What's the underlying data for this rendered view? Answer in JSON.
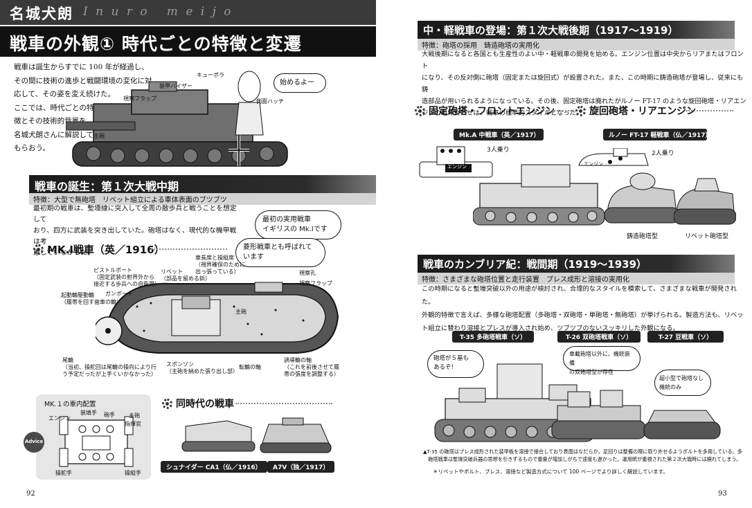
{
  "left_page": {
    "header_name": "名城犬朗",
    "header_roman": "I n u r o   m e i j o",
    "main_title": "戦車の外観① 時代ごとの特徴と変遷",
    "intro": "戦車は誕生からすでに 100 年が経過し、\nその間に技術の進歩と戦闘環境の変化に対\n応して、その姿を変え続けた。\nここでは、時代ごとの特\n徴とその技術的背景を、\n名城犬朗さんに解説して\nもらおう。",
    "speech_start": "始めるよー",
    "fig1_labels": {
      "cupola": "キューポラ",
      "visor": "装甲バイザー",
      "vision_flap": "視察フラップ",
      "side_hatch": "側面ハッチ",
      "main_gun": "主砲"
    },
    "section1": {
      "title": "戦車の誕生：第１次大戦中期",
      "features": "特徴：大型で無砲塔　リベット組立による車体表面のブツブツ",
      "body": "最初期の戦車は、塹壕線に突入して全周の敵歩兵と戦うことを想定して\nおり、四方に武装を突き出していた。砲塔はなく、現代的な機甲戦は考\n慮していなかった。"
    },
    "mk1_heading": "MK.Ⅰ戦車（英／1916）",
    "bubble_first": "最初の実用戦車\nイギリスの Mk.Ⅰです",
    "bubble_rhombus": "菱形戦車とも呼ばれて\nいます",
    "mk1_labels": {
      "commander_port": "車長席と操縦席\n（視界確保のために\n出っ張っている）",
      "pistol_port": "ピストルポート\n（固定武装の射界外から\n接近する歩兵への自衛用）",
      "rivet": "リベット\n（部品を留める鋲）",
      "gun_port": "ガンポート",
      "drive_wheel": "起動輪駆動輪\n（履帯を回す歯車の輪）",
      "observation_hole": "視察孔",
      "vision_flap": "視察フラップ",
      "main_gun": "主砲",
      "tail": "尾輪\n（当初、操舵回は尾輪の操向により行\nう予定だったが上手くいかなかった）",
      "sponson": "スポンソン\n（主砲を納めた張り出し部）",
      "road_wheel": "転輪の軸",
      "idler": "誘導輪の軸\n（これを前後させて履\n帯の張度を調整する）"
    },
    "layout_box": {
      "title": "MK.１の車内配置",
      "loader": "装填手",
      "gunner": "砲手",
      "main_gun": "主砲",
      "commander": "指揮官",
      "engine": "エンジン",
      "driver": "操舵手",
      "pilot": "操縦手",
      "advice": "Advice"
    },
    "contemporary_heading": "同時代の戦車",
    "schneider_tag": "シュナイダー CA1（仏／1916）",
    "a7v_tag": "A7V（独／1917）",
    "page_number": "92"
  },
  "right_page": {
    "section2": {
      "title": "中・軽戦車の登場：第１次大戦後期（1917～1919）",
      "features": "特徴：砲塔の採用　鋳造砲塔の実用化",
      "body": "大戦後期になると各国とも生産性のよい中・軽戦車の開発を始める。エンジン位置は中央からリアまたはフロント\nになり、その反対側に砲塔（固定または旋回式）が設置された。また、この時期に鋳造砲塔が登場し、従来にも鋳\n造部品が用いられるようになっている。その後、固定砲塔は廃れたがルノー FT-17 のような旋回砲塔・リアエン\nジンの組み合わせは、戦車の標準的スタイルとなった。"
    },
    "fixed_heading": "固定砲塔・フロントエンジン",
    "rotating_heading": "旋回砲塔・リアエンジン",
    "mka_tag": "Mk.A 中戦車（英／1917）",
    "ft17_tag": "ルノー FT-17 軽戦車（仏／1917）",
    "crew3": "3人乗り",
    "crew2": "2人乗り",
    "engine": "エンジン",
    "cast_turret": "鋳造砲塔型",
    "rivet_turret": "リベット砲塔型",
    "section3": {
      "title": "戦車のカンブリア紀：戦間期（1919～1939）",
      "features": "特徴：さまざまな砲塔位置と走行装置　プレス成形と溶接の実用化",
      "body": "この時期になると塹壕突破以外の用途が検討され、合理的なスタイルを模索して、さまざまな戦車が開発された。\n外観的特徴で言えば、多様な砲塔配置（多砲塔・双砲塔・単砲塔・無砲塔）が挙げられる。製造方法も、リベッ\nト組立に替わり溶接とプレスが導入され始め、ツブツブのないスッキリした外観になる。"
    },
    "t35_tag": "T-35 多砲塔戦車（ソ）",
    "t26_tag": "T-26 双砲塔戦車（ソ）",
    "t27_tag": "T-27 豆戦車（ソ）",
    "bubble_t35": "砲塔が５基も\nあるぞ！",
    "bubble_t26": "車載砲塔以外に、機銃装備\nの双砲塔型が存在",
    "bubble_t27": "超小型で砲塔なし\n機銃のみ",
    "note1": "▲T-35 の砲塔はプレス成形された装甲板を溶接で接合しており表面はなだらか。足回りは整備の際に取り外せるようボルトを多用している。多\n　砲塔戦車は塹壕突破兵器の思想を引きずるもので重量が増加しがちで速度も遅かった。運用統が重視された第２次大戦時には廃れてしまう。",
    "note2": "＊リベットやボルト、プレス、溶接など製造方式について 100 ページでより詳しく解説しています。",
    "page_number": "93"
  }
}
